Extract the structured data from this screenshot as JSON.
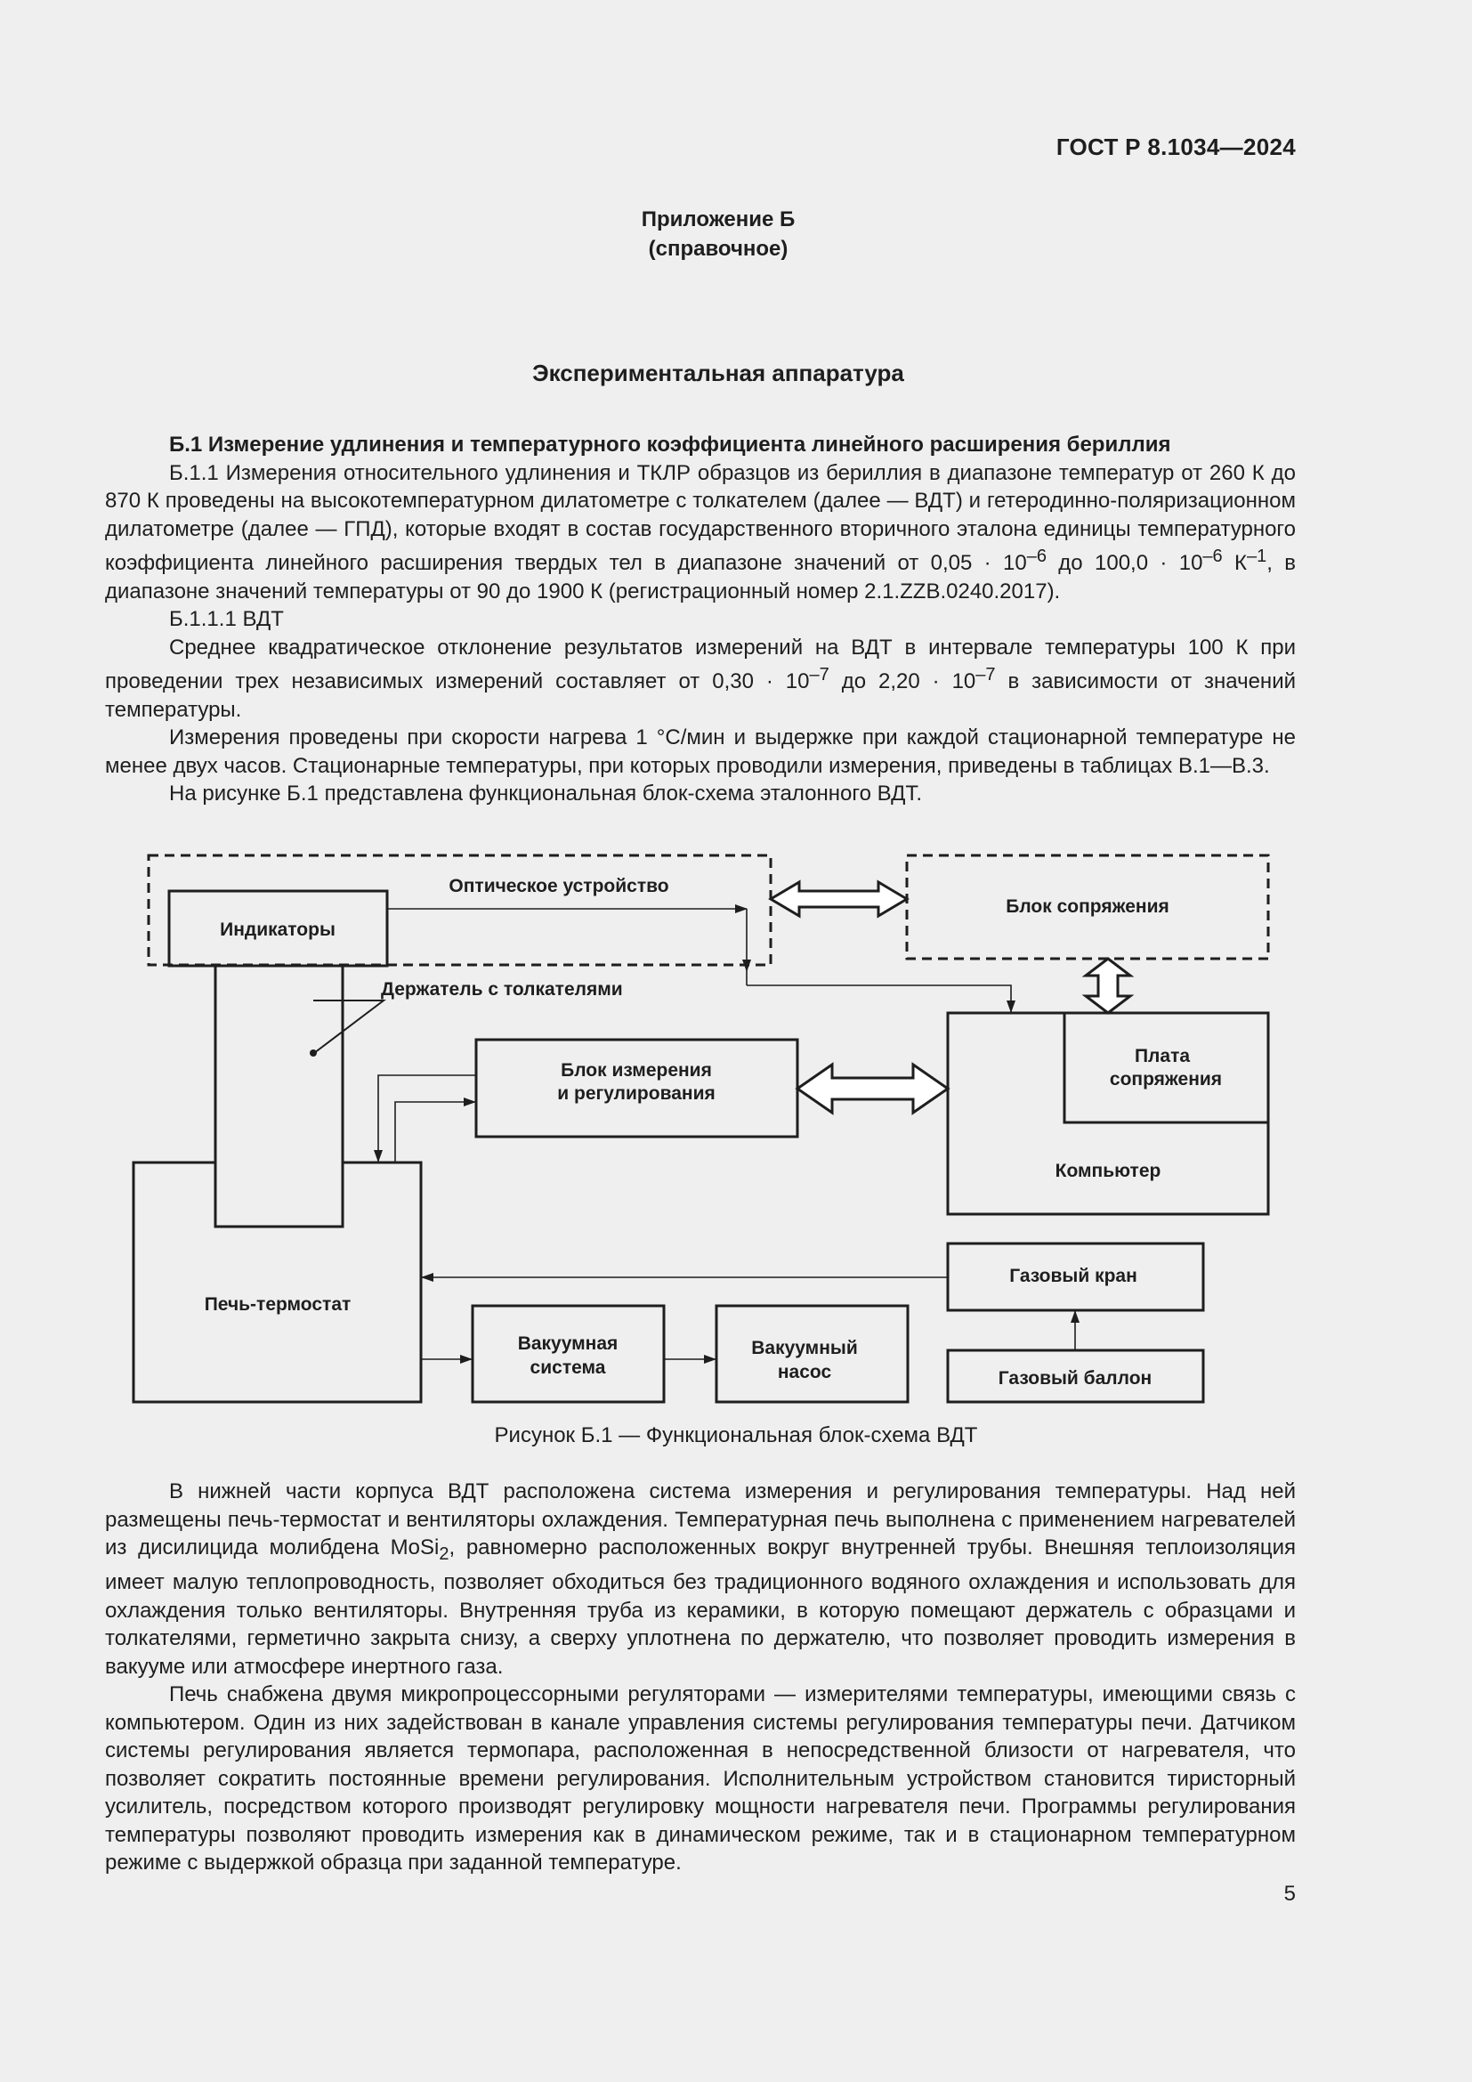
{
  "header": {
    "doc_code": "ГОСТ Р 8.1034—2024"
  },
  "appendix": {
    "title": "Приложение Б",
    "subtitle": "(справочное)"
  },
  "section_title": "Экспериментальная аппаратура",
  "paragraphs_top": [
    {
      "text": "Б.1  Измерение удлинения и температурного коэффициента линейного расширения бериллия",
      "heading": true
    },
    {
      "html": "Б.1.1  Измерения относительного удлинения и ТКЛР образцов из бериллия в диапазоне температур от 260 К до 870 К проведены на высокотемпературном дилатометре с толкателем (далее — ВДТ) и гетеродинно-поляризационном дилатометре (далее — ГПД), которые входят в состав государственного вторичного эталона единицы температурного коэффициента линейного расширения твердых тел в диапазоне значений от 0,05 · 10<sup>–6</sup> до 100,0 · 10<sup>–6</sup> К<sup>–1</sup>, в диапазоне значений температуры от 90 до 1900 К (регистрационный номер 2.1.ZZB.0240.2017)."
    },
    {
      "text": "Б.1.1.1  ВДТ"
    },
    {
      "html": "Среднее квадратическое отклонение результатов измерений на ВДТ в интервале температуры 100 К при проведении трех независимых измерений составляет от 0,30 · 10<sup>–7</sup> до 2,20 · 10<sup>–7</sup> в зависимости от значений температуры."
    },
    {
      "text": "Измерения проведены при скорости нагрева 1 °С/мин и выдержке при каждой стационарной температуре не менее двух часов. Стационарные температуры, при которых проводили измерения, приведены в таблицах В.1—В.3."
    },
    {
      "text": "На рисунке Б.1 представлена функциональная блок-схема эталонного ВДТ."
    }
  ],
  "diagram": {
    "optical_device": "Оптическое устройство",
    "indicators": "Индикаторы",
    "interface_unit": "Блок сопряжения",
    "holder": "Держатель с толкателями",
    "measure_unit_line1": "Блок измерения",
    "measure_unit_line2": "и регулирования",
    "board_line1": "Плата",
    "board_line2": "сопряжения",
    "computer": "Компьютер",
    "furnace": "Печь-термостат",
    "gas_valve": "Газовый кран",
    "vacuum_system_line1": "Вакуумная",
    "vacuum_system_line2": "система",
    "vacuum_pump_line1": "Вакуумный",
    "vacuum_pump_line2": "насос",
    "gas_cylinder": "Газовый баллон"
  },
  "figure_caption": "Рисунок Б.1 — Функциональная блок-схема ВДТ",
  "paragraphs_bottom": [
    {
      "html": "В нижней части корпуса ВДТ расположена система измерения и регулирования температуры. Над ней размещены печь-термостат и вентиляторы охлаждения. Температурная печь выполнена с применением нагревателей из дисилицида молибдена MoSi<sub>2</sub>, равномерно расположенных вокруг внутренней трубы. Внешняя теплоизоляция имеет малую теплопроводность, позволяет обходиться без традиционного водяного охлаждения и использовать для охлаждения только вентиляторы. Внутренняя труба из керамики, в которую помещают держатель с образцами и толкателями, герметично закрыта снизу, а сверху уплотнена по держателю, что позволяет проводить измерения в вакууме или атмосфере инертного газа."
    },
    {
      "text": "Печь снабжена двумя микропроцессорными регуляторами — измерителями температуры, имеющими связь с компьютером. Один из них задействован в канале управления системы регулирования температуры печи. Датчиком системы регулирования является термопара, расположенная в непосредственной близости от нагревателя, что позволяет сократить постоянные времени регулирования. Исполнительным устройством становится тиристорный усилитель, посредством которого производят регулировку мощности нагревателя печи. Программы регулирования температуры позволяют проводить измерения как в динамическом режиме, так и в стационарном температурном режиме с выдержкой образца при заданной температуре."
    }
  ],
  "page_number": "5"
}
